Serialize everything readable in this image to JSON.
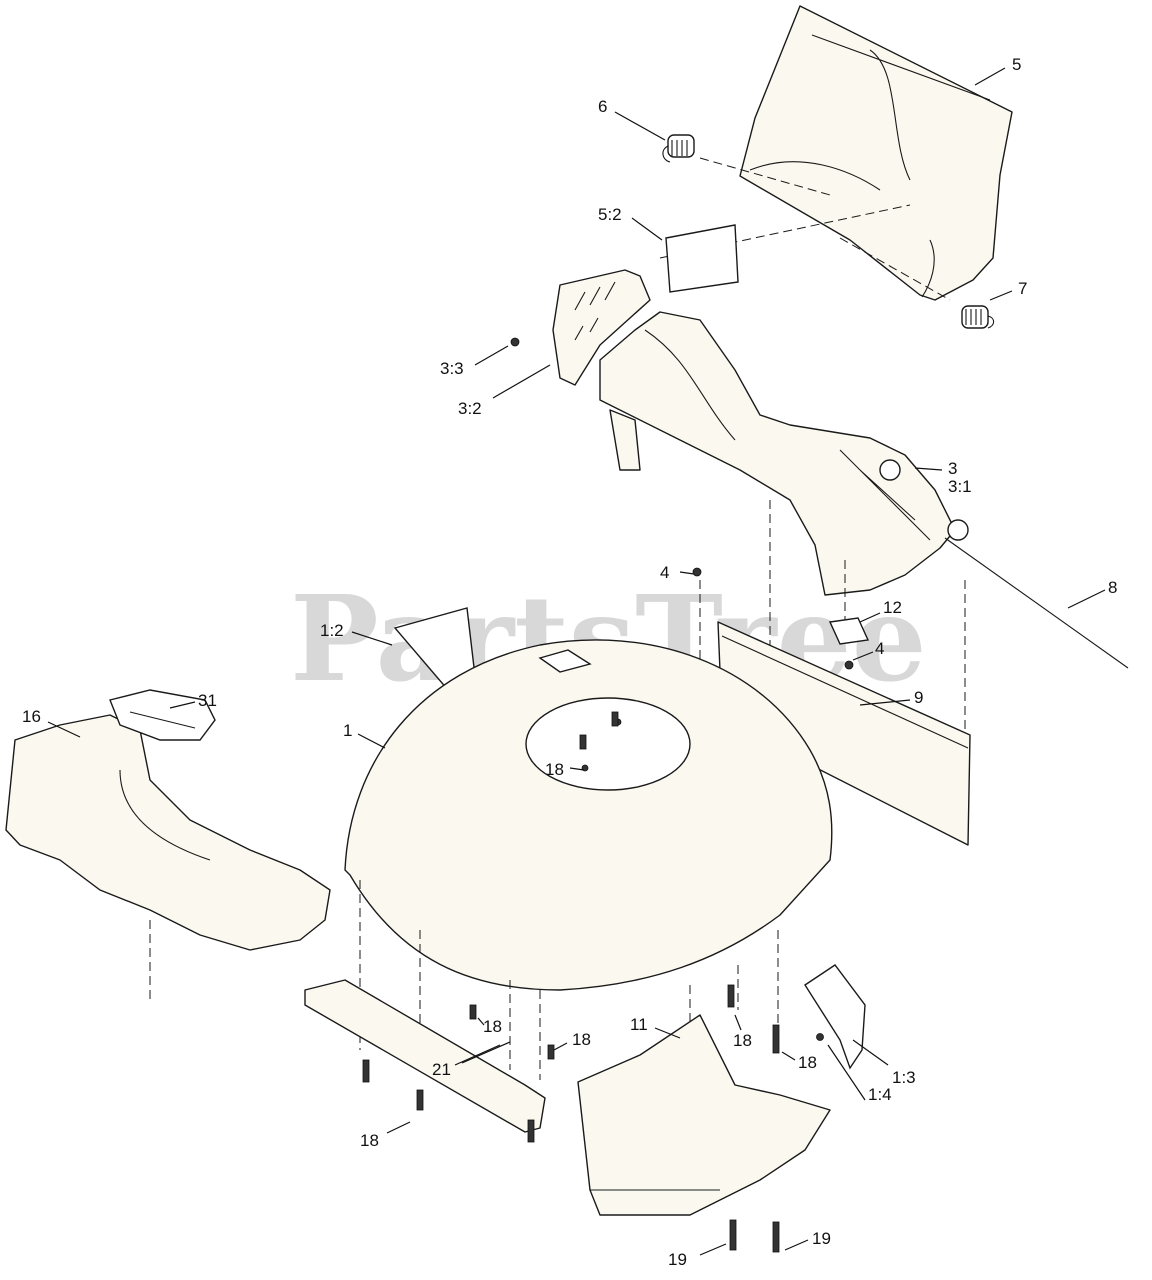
{
  "watermark": "PartsTree",
  "callouts": {
    "c1": "1",
    "c1_2": "1:2",
    "c1_3": "1:3",
    "c1_4": "1:4",
    "c3": "3",
    "c3_1": "3:1",
    "c3_2": "3:2",
    "c3_3": "3:3",
    "c4a": "4",
    "c4b": "4",
    "c5": "5",
    "c5_2": "5:2",
    "c6": "6",
    "c7": "7",
    "c8": "8",
    "c9": "9",
    "c11": "11",
    "c12": "12",
    "c16": "16",
    "c18a": "18",
    "c18b": "18",
    "c18c": "18",
    "c18d": "18",
    "c18e": "18",
    "c18f": "18",
    "c19a": "19",
    "c19b": "19",
    "c21": "21",
    "c31": "31"
  }
}
